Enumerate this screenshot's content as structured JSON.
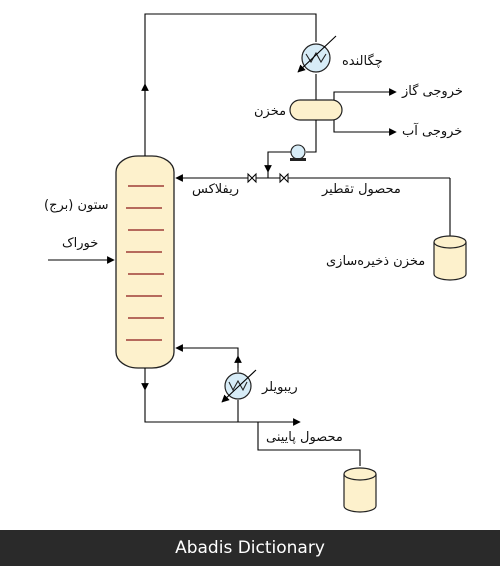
{
  "labels": {
    "condenser": "چگالنده",
    "accumulator": "مخزن",
    "gas_outlet": "خروجی گاز",
    "water_outlet": "خروجی آب",
    "column": "ستون (برج)",
    "feed": "خوراک",
    "reflux": "ریفلاکس",
    "distillate": "محصول تقطیر",
    "storage_tank": "مخزن ذخیره‌سازی",
    "reboiler": "ریبویلر",
    "bottoms": "محصول پایینی"
  },
  "footer": {
    "text": "Abadis Dictionary"
  },
  "colors": {
    "vessel_fill": "#fdf1cc",
    "tray": "#8b1a1a",
    "hx_fill": "#d7ecf7",
    "line": "#000000"
  }
}
